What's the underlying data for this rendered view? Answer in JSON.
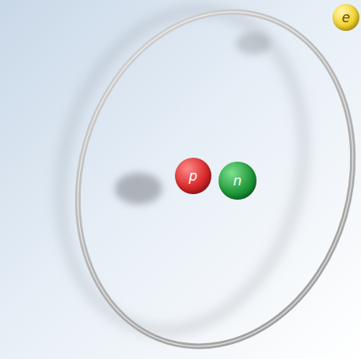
{
  "diagram": {
    "nodes": [
      {
        "text": [
          "e"
        ]
      },
      {
        "text": [
          "p"
        ]
      },
      {
        "text": [
          "n"
        ]
      }
    ]
  }
}
